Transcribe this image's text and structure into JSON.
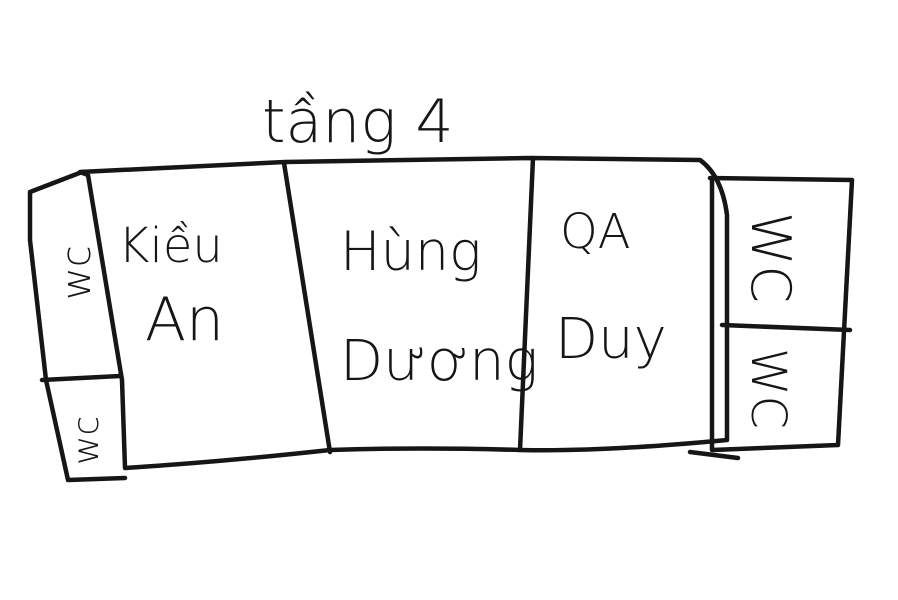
{
  "floor_title": "tầng 4",
  "rooms": {
    "wc_left_top": "wc",
    "wc_left_bottom": "wc",
    "room_1": [
      "Kiều",
      "An"
    ],
    "room_2": [
      "Hùng",
      "Dương"
    ],
    "room_3": [
      "QA",
      "Duy"
    ],
    "wc_right_top": "WC",
    "wc_right_bottom": "WC"
  },
  "colors": {
    "ink": "#161616",
    "paper": "#ffffff"
  }
}
